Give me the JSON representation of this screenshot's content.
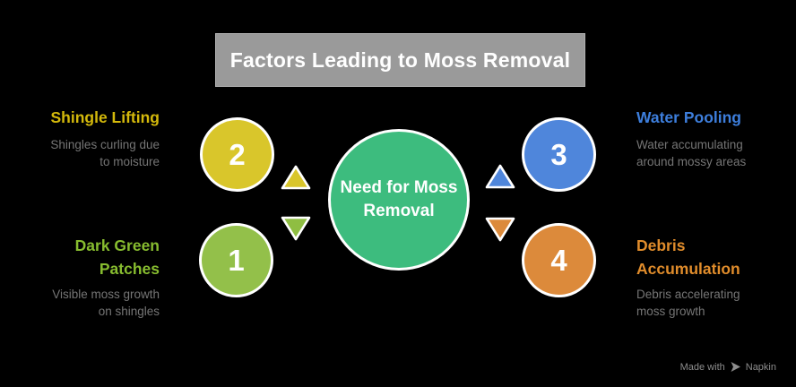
{
  "title": {
    "text": "Factors Leading to Moss Removal",
    "bar_color": "#9A9A9A",
    "text_color": "#FFFFFF"
  },
  "center": {
    "label": "Need for Moss\nRemoval",
    "color": "#3DBC7E"
  },
  "factors": [
    {
      "number": "1",
      "heading": "Dark Green\nPatches",
      "description": "Visible moss growth\non shingles",
      "circle_color": "#93C04A",
      "heading_color": "#87BC2F"
    },
    {
      "number": "2",
      "heading": "Shingle Lifting",
      "description": "Shingles curling due\nto moisture",
      "circle_color": "#D9C62B",
      "heading_color": "#D4B90B"
    },
    {
      "number": "3",
      "heading": "Water Pooling",
      "description": "Water accumulating\naround mossy areas",
      "circle_color": "#4F86DB",
      "heading_color": "#3D7EDC"
    },
    {
      "number": "4",
      "heading": "Debris\nAccumulation",
      "description": "Debris accelerating\nmoss growth",
      "circle_color": "#DC8A3B",
      "heading_color": "#E08C2B"
    }
  ],
  "arrows": [
    {
      "id": "left-up",
      "direction": "up",
      "color": "#D9C62B"
    },
    {
      "id": "left-down",
      "direction": "down",
      "color": "#8FBE42"
    },
    {
      "id": "right-up",
      "direction": "up",
      "color": "#4F86DB"
    },
    {
      "id": "right-down",
      "direction": "down",
      "color": "#DC8A3B"
    }
  ],
  "text_colors": {
    "description": "#757575",
    "footer": "#8D8D8D"
  },
  "footer": {
    "made_with": "Made with",
    "brand": "Napkin"
  }
}
